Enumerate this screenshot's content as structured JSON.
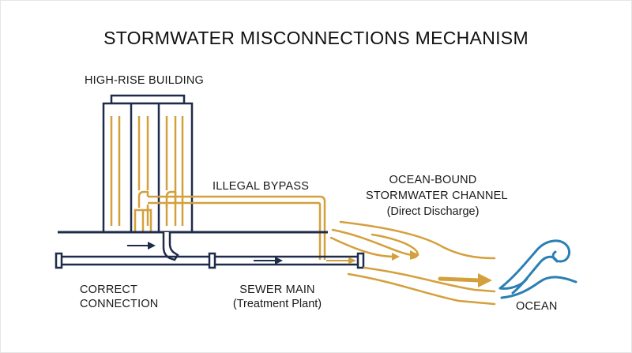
{
  "title": "STORMWATER MISCONNECTIONS MECHANISM",
  "labels": {
    "building": "HIGH-RISE BUILDING",
    "bypass": "ILLEGAL BYPASS",
    "channel_line1": "OCEAN-BOUND",
    "channel_line2": "STORMWATER CHANNEL",
    "channel_sub": "(Direct Discharge)",
    "correct_line1": "CORRECT",
    "correct_line2": "CONNECTION",
    "sewer_line1": "SEWER MAIN",
    "sewer_line2": "(Treatment Plant)",
    "ocean": "OCEAN"
  },
  "colors": {
    "navy": "#1e2b4a",
    "gold": "#d4a03c",
    "ocean": "#2a7fb4"
  }
}
